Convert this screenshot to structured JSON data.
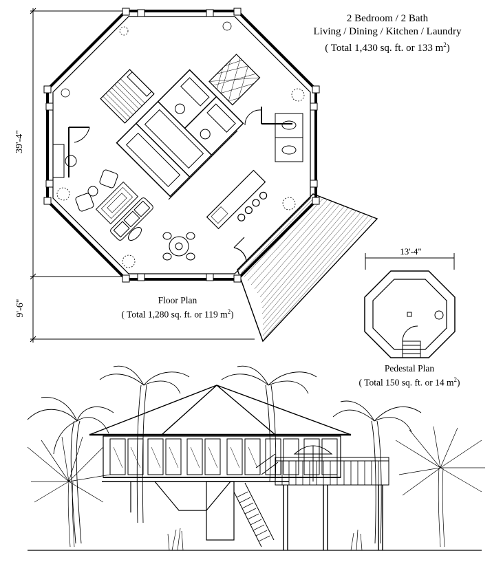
{
  "header": {
    "line1": "2 Bedroom / 2 Bath",
    "line2": "Living / Dining / Kitchen / Laundry",
    "line3_prefix": "( Total 1,430 sq. ft. or 133 m",
    "line3_sup": "2",
    "line3_suffix": ")"
  },
  "floor_plan": {
    "title": "Floor Plan",
    "area_prefix": "( Total 1,280 sq. ft. or 119 m",
    "area_sup": "2",
    "area_suffix": ")",
    "dim_height": "39'-4\"",
    "dim_deck": "9'-6\""
  },
  "pedestal_plan": {
    "title": "Pedestal Plan",
    "area_prefix": "( Total 150 sq. ft. or 14 m",
    "area_sup": "2",
    "area_suffix": ")",
    "dim_width": "13'-4\""
  }
}
